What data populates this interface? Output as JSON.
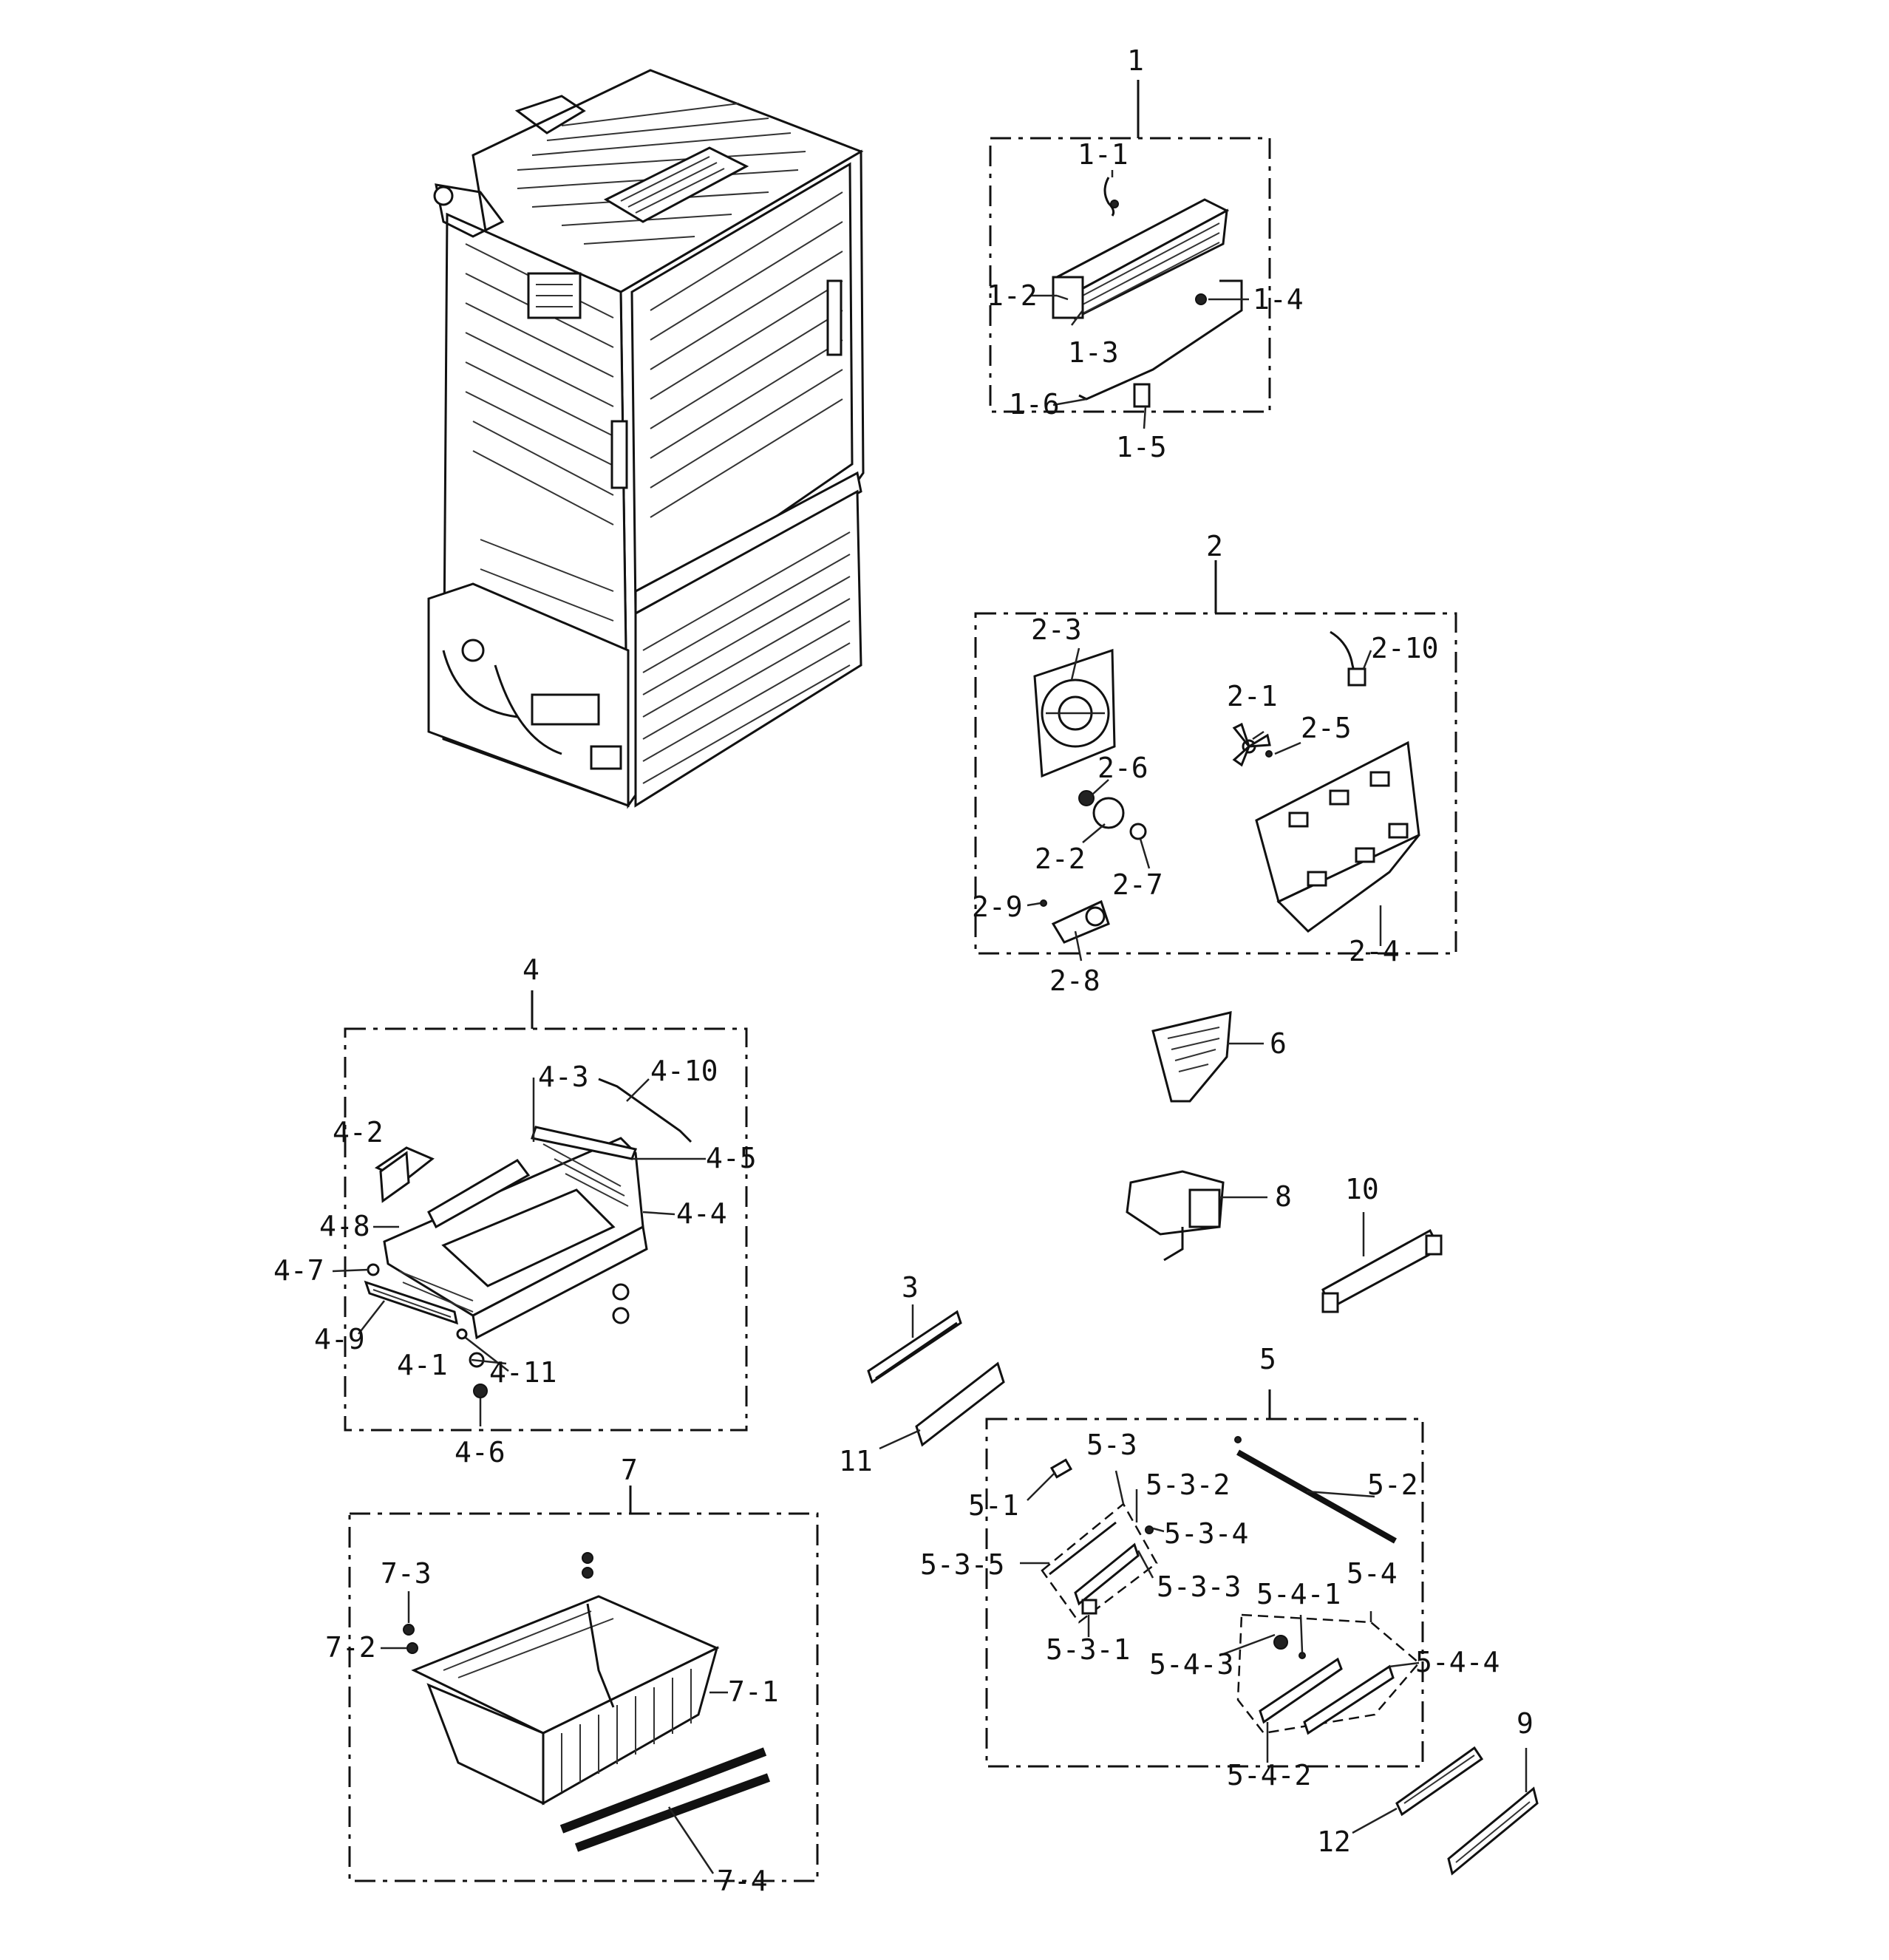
{
  "labels": {
    "l1": "1",
    "l1_1": "1-1",
    "l1_2": "1-2",
    "l1_3": "1-3",
    "l1_4": "1-4",
    "l1_5": "1-5",
    "l1_6": "1-6",
    "l2": "2",
    "l2_1": "2-1",
    "l2_2": "2-2",
    "l2_3": "2-3",
    "l2_4": "2-4",
    "l2_5": "2-5",
    "l2_6": "2-6",
    "l2_7": "2-7",
    "l2_8": "2-8",
    "l2_9": "2-9",
    "l2_10": "2-10",
    "l3": "3",
    "l4": "4",
    "l4_1": "4-1",
    "l4_2": "4-2",
    "l4_3": "4-3",
    "l4_4": "4-4",
    "l4_5": "4-5",
    "l4_6": "4-6",
    "l4_7": "4-7",
    "l4_8": "4-8",
    "l4_9": "4-9",
    "l4_10": "4-10",
    "l4_11": "4-11",
    "l5": "5",
    "l5_1": "5-1",
    "l5_2": "5-2",
    "l5_3": "5-3",
    "l5_3_1": "5-3-1",
    "l5_3_2": "5-3-2",
    "l5_3_3": "5-3-3",
    "l5_3_4": "5-3-4",
    "l5_3_5": "5-3-5",
    "l5_4": "5-4",
    "l5_4_1": "5-4-1",
    "l5_4_2": "5-4-2",
    "l5_4_3": "5-4-3",
    "l5_4_4": "5-4-4",
    "l6": "6",
    "l7": "7",
    "l7_1": "7-1",
    "l7_2": "7-2",
    "l7_3": "7-3",
    "l7_4": "7-4",
    "l8": "8",
    "l9": "9",
    "l10": "10",
    "l11": "11",
    "l12": "12"
  }
}
